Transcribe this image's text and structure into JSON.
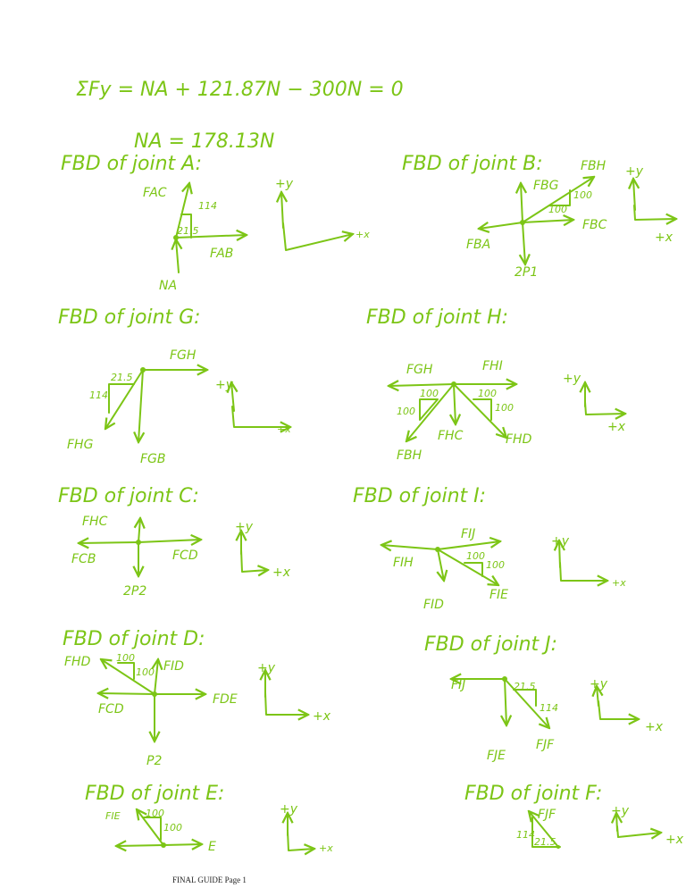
{
  "equations": {
    "sum_fy": "ΣFy = NA + 121.87N − 300N = 0",
    "na": "NA = 178.13N"
  },
  "color": "#7cc516",
  "joints": {
    "A": {
      "heading": "FBD of joint A:",
      "labels": [
        "FAC",
        "114",
        "21.5",
        "FAB",
        "NA",
        "+y",
        "+x"
      ]
    },
    "B": {
      "heading": "FBD of joint B:",
      "labels": [
        "FBG",
        "FBH",
        "100",
        "100",
        "FBC",
        "FBA",
        "2P1",
        "+y",
        "+x"
      ]
    },
    "G": {
      "heading": "FBD of joint G:",
      "labels": [
        "FGH",
        "21.5",
        "114",
        "FHG",
        "FGB",
        "+y",
        "+x"
      ]
    },
    "H": {
      "heading": "FBD of joint H:",
      "labels": [
        "FGH",
        "FHI",
        "100",
        "100",
        "100",
        "100",
        "FBH",
        "FHC",
        "FHD",
        "+y",
        "+x"
      ]
    },
    "C": {
      "heading": "FBD of joint C:",
      "labels": [
        "FHC",
        "FCB",
        "FCD",
        "2P2",
        "+y",
        "+x"
      ]
    },
    "I": {
      "heading": "FBD of joint I:",
      "labels": [
        "FIJ",
        "FIH",
        "100",
        "100",
        "FID",
        "FIE",
        "+y",
        "+x"
      ]
    },
    "D": {
      "heading": "FBD of joint D:",
      "labels": [
        "FHD",
        "100",
        "100",
        "FID",
        "FCD",
        "FDE",
        "P2",
        "+y",
        "+x"
      ]
    },
    "J": {
      "heading": "FBD of joint J:",
      "labels": [
        "FIJ",
        "21.5",
        "114",
        "FJE",
        "FJF",
        "+y",
        "+x"
      ]
    },
    "E": {
      "heading": "FBD of joint E:",
      "labels": [
        "FIE",
        "100",
        "100",
        "E",
        "+y",
        "+x"
      ]
    },
    "F": {
      "heading": "FBD of joint F:",
      "labels": [
        "FJF",
        "114",
        "21.5",
        "+y",
        "+x"
      ]
    }
  },
  "footer": "FINAL GUIDE Page 1"
}
